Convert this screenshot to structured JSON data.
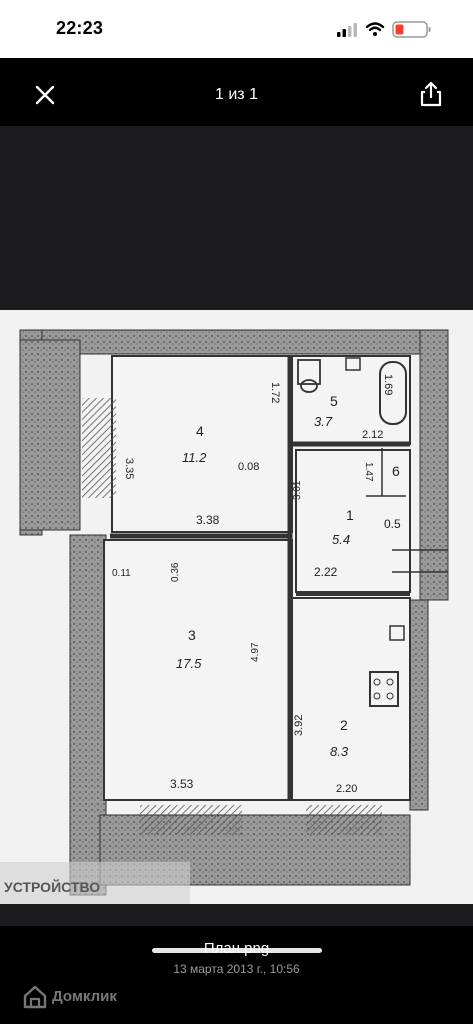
{
  "status_bar": {
    "time": "22:23"
  },
  "viewer": {
    "title": "1 из 1"
  },
  "plan": {
    "rooms": [
      {
        "number": "4",
        "area": "11.2"
      },
      {
        "number": "5",
        "area": "3.7"
      },
      {
        "number": "1",
        "area": "5.4"
      },
      {
        "number": "3",
        "area": "17.5"
      },
      {
        "number": "2",
        "area": "8.3"
      }
    ],
    "dimensions": [
      "3.35",
      "1.72",
      "0.08",
      "3.38",
      "2.12",
      "1.69",
      "1.47",
      "6",
      "0.5",
      "0.11",
      "0.36",
      "2.22",
      "3.01",
      "4.97",
      "3.53",
      "3.92",
      "2.20"
    ],
    "stamp_text": "УСТРОЙСТВО"
  },
  "footer": {
    "file_name": "План.png",
    "file_date": "13 марта 2013 г., 10:56",
    "watermark": "Домклик"
  }
}
